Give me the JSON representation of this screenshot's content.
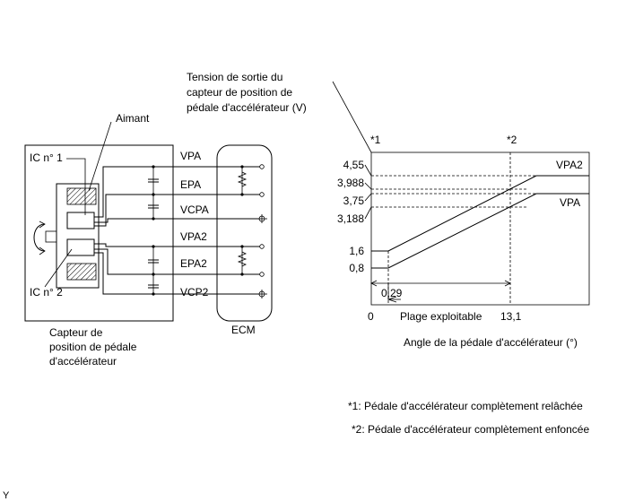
{
  "circuit": {
    "sensor_label": [
      "Capteur de",
      "position de pédale",
      "d'accélérateur"
    ],
    "magnet_label": "Aimant",
    "ic1_label": "IC n° 1",
    "ic2_label": "IC n° 2",
    "ecm_label": "ECM",
    "terminals": [
      "VPA",
      "EPA",
      "VCPA",
      "VPA2",
      "EPA2",
      "VCP2"
    ]
  },
  "chart_data": {
    "type": "line",
    "ylabel": [
      "Tension de sortie du",
      "capteur de position de",
      "pédale d'accélérateur (V)"
    ],
    "xlabel": "Angle de la pédale d'accélérateur (°)",
    "y_ticks": [
      "4,55",
      "3,988",
      "3,75",
      "3,188",
      "1,6",
      "0,8"
    ],
    "x_ticks": [
      "0",
      "0,29",
      "13,1"
    ],
    "range_label": "Plage exploitable",
    "markers": [
      "*1",
      "*2"
    ],
    "series": [
      {
        "name": "VPA2",
        "start_y": 1.6,
        "end_y": 4.55
      },
      {
        "name": "VPA",
        "start_y": 0.8,
        "end_y": 3.75
      }
    ]
  },
  "notes": [
    "*1: Pédale d'accélérateur complètement relâchée",
    "*2: Pédale d'accélérateur complètement enfoncée"
  ],
  "footer_mark": "Y"
}
